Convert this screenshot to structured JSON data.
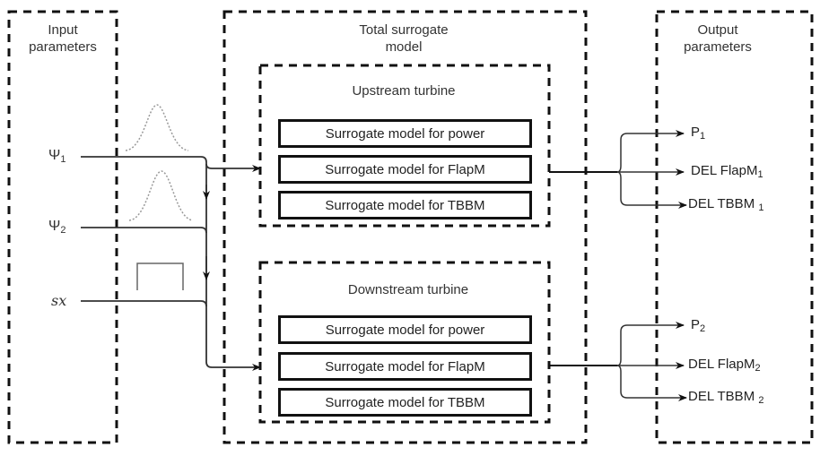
{
  "sections": {
    "input": {
      "title_line1": "Input",
      "title_line2": "parameters"
    },
    "total": {
      "title_line1": "Total surrogate",
      "title_line2": "model"
    },
    "output": {
      "title_line1": "Output",
      "title_line2": "parameters"
    }
  },
  "inputs": [
    {
      "symbol": "Ψ",
      "sub": "1",
      "distribution": "gaussian"
    },
    {
      "symbol": "Ψ",
      "sub": "2",
      "distribution": "gaussian"
    },
    {
      "symbol": "sx",
      "sub": "",
      "distribution": "uniform"
    }
  ],
  "turbines": [
    {
      "title": "Upstream turbine",
      "models": [
        "Surrogate model for power",
        "Surrogate model for FlapM",
        "Surrogate model for TBBM"
      ],
      "outputs": [
        {
          "name": "P",
          "sub": "1"
        },
        {
          "name": "DEL FlapM",
          "sub": "1"
        },
        {
          "name": "DEL TBBM",
          "sub": "1"
        }
      ]
    },
    {
      "title": "Downstream turbine",
      "models": [
        "Surrogate model for power",
        "Surrogate model for FlapM",
        "Surrogate model for TBBM"
      ],
      "outputs": [
        {
          "name": "P",
          "sub": "2"
        },
        {
          "name": "DEL FlapM",
          "sub": "2"
        },
        {
          "name": "DEL TBBM",
          "sub": "2"
        }
      ]
    }
  ],
  "colors": {
    "line": "#333333",
    "dash": "#111111",
    "curve": "#999999"
  }
}
